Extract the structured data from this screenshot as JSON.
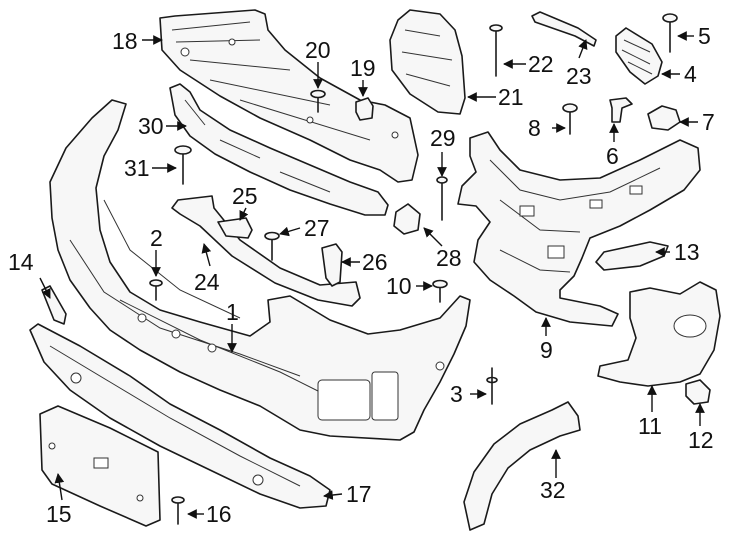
{
  "diagram": {
    "type": "exploded-parts-diagram",
    "callouts": [
      "1",
      "2",
      "3",
      "4",
      "5",
      "6",
      "7",
      "8",
      "9",
      "10",
      "11",
      "12",
      "13",
      "14",
      "15",
      "16",
      "17",
      "18",
      "19",
      "20",
      "21",
      "22",
      "23",
      "24",
      "25",
      "26",
      "27",
      "28",
      "29",
      "30",
      "31",
      "32"
    ]
  }
}
